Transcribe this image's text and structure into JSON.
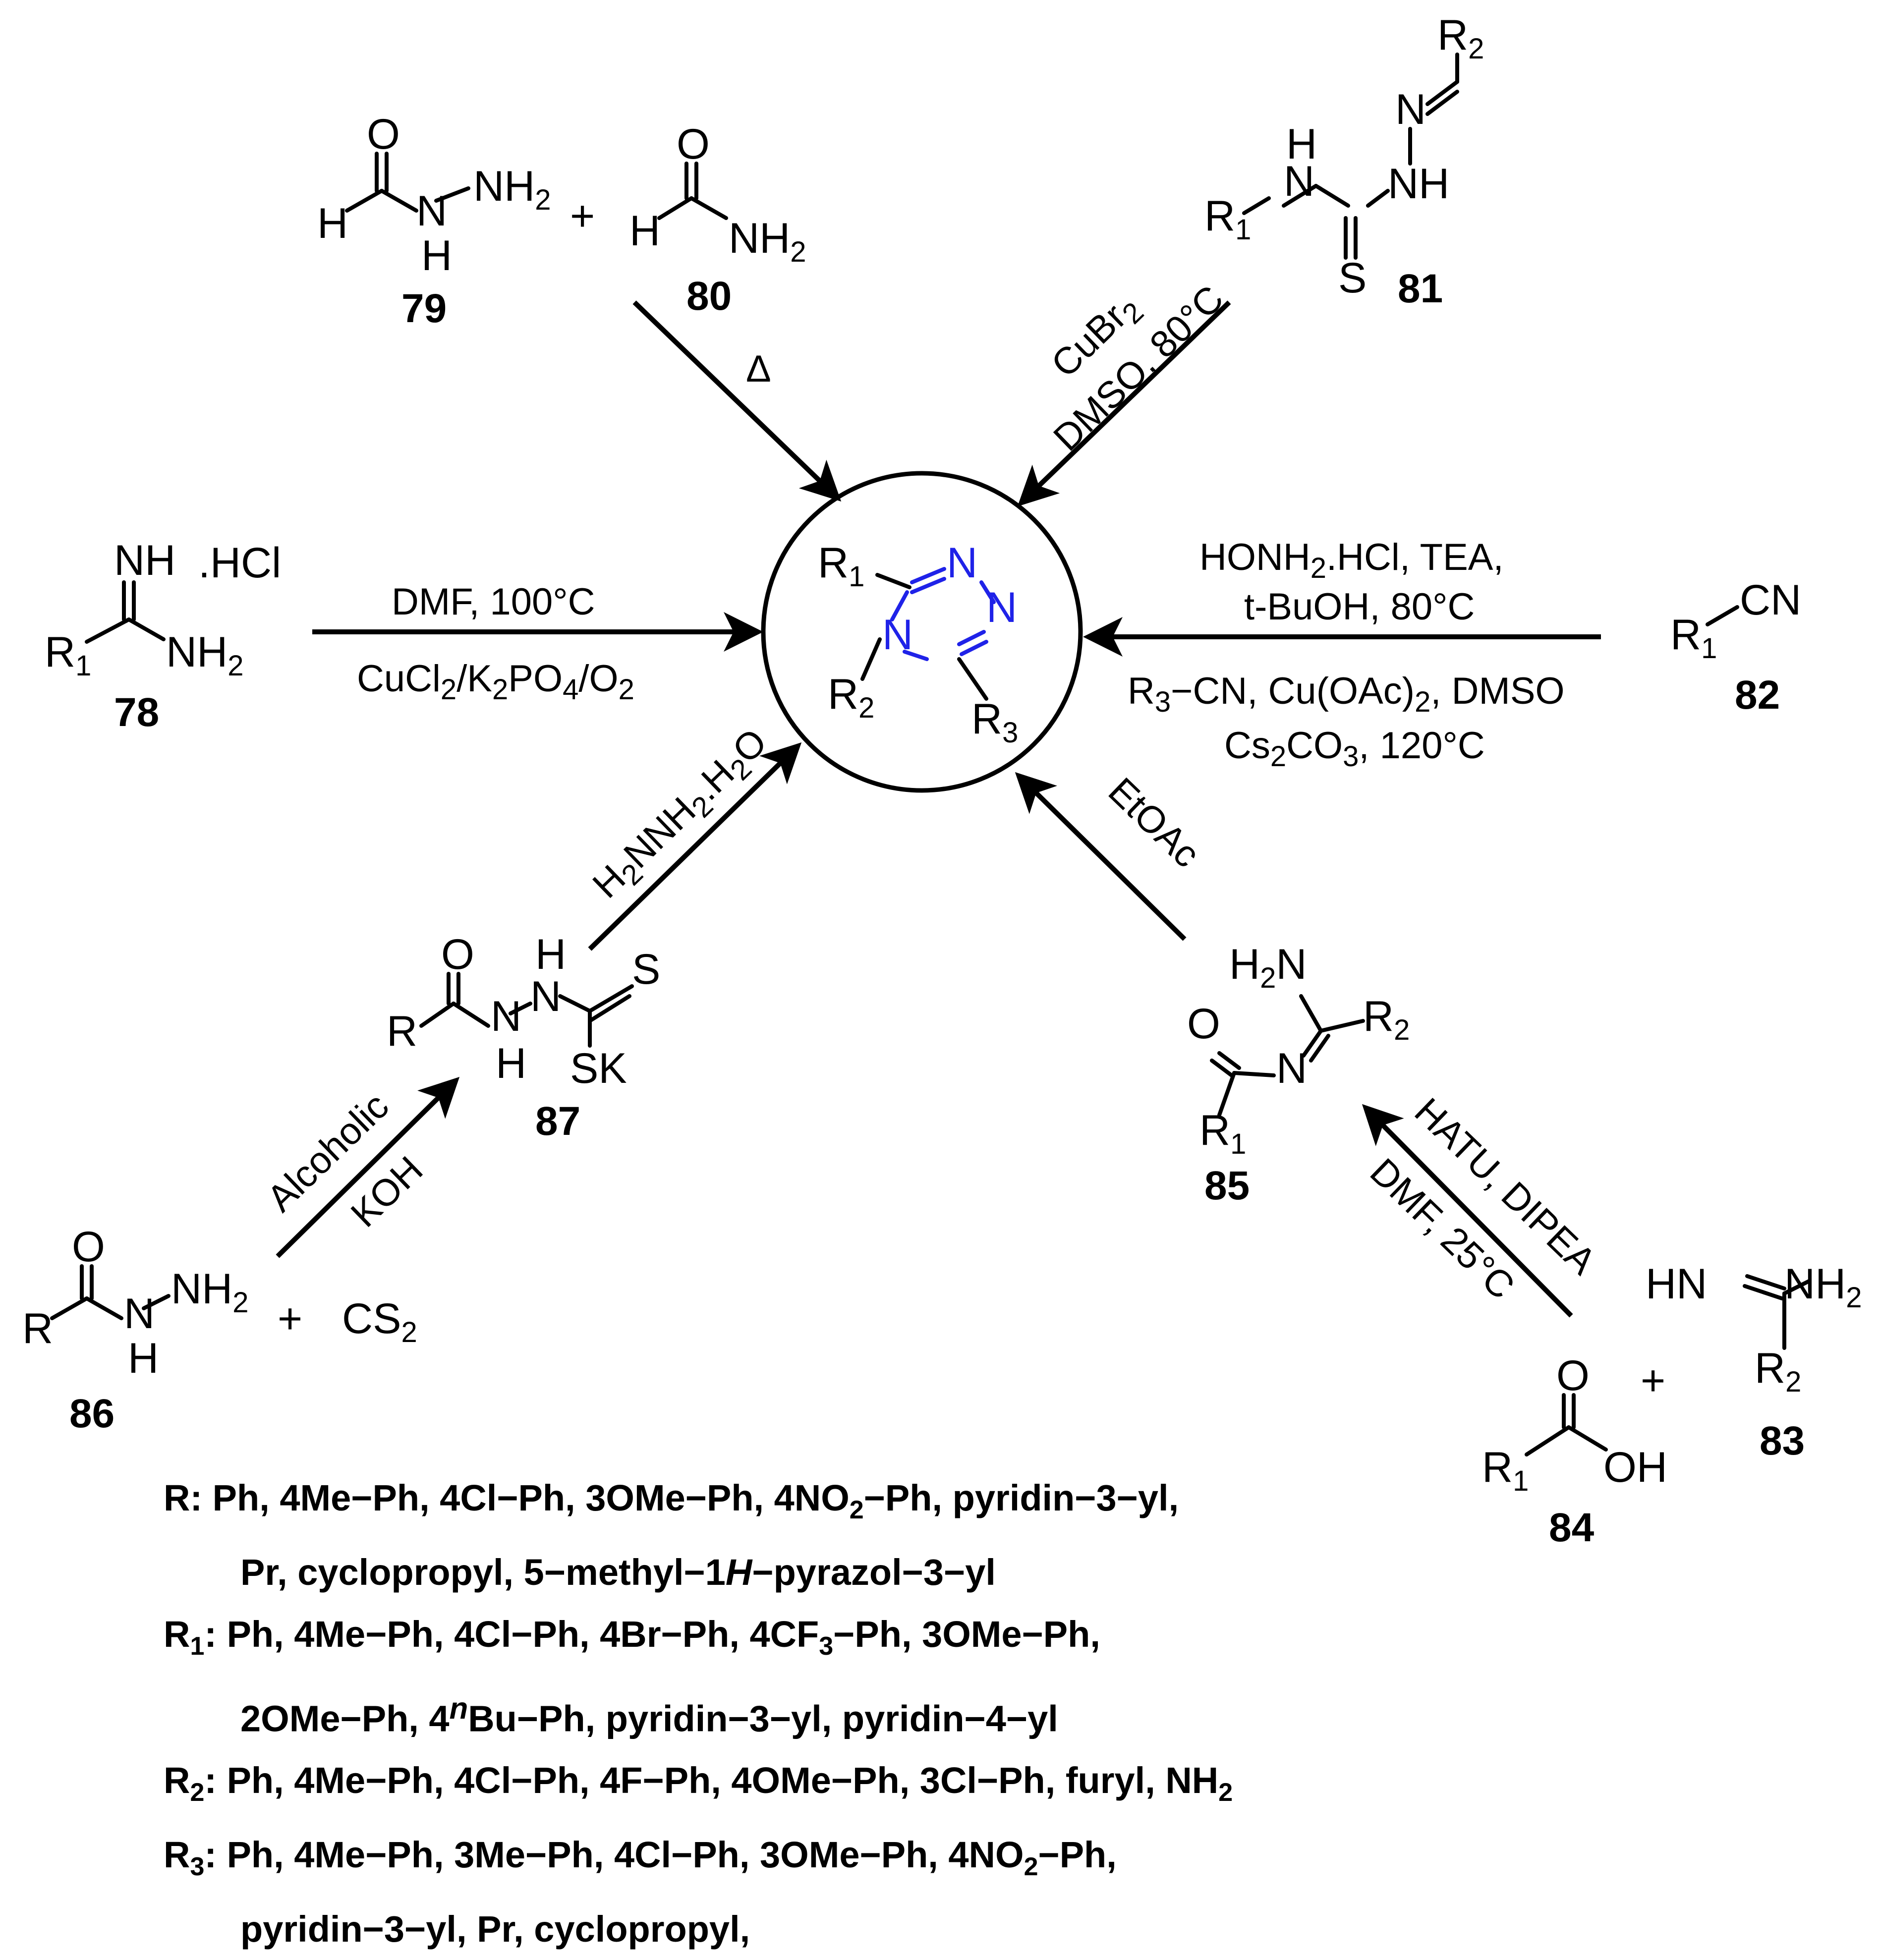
{
  "product": {
    "R1": "R",
    "R1_sub": "1",
    "R2": "R",
    "R2_sub": "2",
    "R3": "R",
    "R3_sub": "3",
    "N": "N"
  },
  "compounds": {
    "c78": {
      "number": "78",
      "imine": "NH",
      "salt": ".HCl",
      "R": "R",
      "R_sub": "1",
      "amine": "NH",
      "amine_sub": "2"
    },
    "c79": {
      "number": "79",
      "O": "O",
      "H": "H",
      "N": "N",
      "NH": "NH",
      "NH_sub": "2",
      "Hbelow": "H"
    },
    "c80": {
      "number": "80",
      "O": "O",
      "H": "H",
      "NH": "NH",
      "NH_sub": "2"
    },
    "plus_79_80": "+",
    "c81": {
      "number": "81",
      "R2": "R",
      "R2_sub": "2",
      "N": "N",
      "H": "H",
      "N2": "N",
      "NH": "NH",
      "R1": "R",
      "R1_sub": "1",
      "S": "S"
    },
    "c82": {
      "number": "82",
      "R": "R",
      "R_sub": "1",
      "CN": "CN"
    },
    "c83": {
      "number": "83",
      "HN": "HN",
      "NH": "NH",
      "NH_sub": "2",
      "R": "R",
      "R_sub": "2"
    },
    "c84": {
      "number": "84",
      "O": "O",
      "R": "R",
      "R_sub": "1",
      "OH": "OH"
    },
    "plus_84_83": "+",
    "c85": {
      "number": "85",
      "H2N": "H",
      "H2N_sub": "2",
      "H2N_rest": "N",
      "R2": "R",
      "R2_sub": "2",
      "O": "O",
      "N": "N",
      "R1": "R",
      "R1_sub": "1"
    },
    "c86": {
      "number": "86",
      "O": "O",
      "R": "R",
      "N": "N",
      "NH": "NH",
      "NH_sub": "2",
      "H": "H"
    },
    "plus_86": "+",
    "cs2": {
      "text": "CS",
      "sub": "2"
    },
    "c87": {
      "number": "87",
      "O": "O",
      "R": "R",
      "N": "N",
      "H": "H",
      "N2": "N",
      "H2": "H",
      "S": "S",
      "SK": "SK"
    }
  },
  "conditions": {
    "from78": {
      "line1": "DMF,  100°C",
      "line2a": "CuCl",
      "line2b": "2",
      "line2c": "/K",
      "line2d": "2",
      "line2e": "PO",
      "line2f": "4",
      "line2g": "/O",
      "line2h": "2"
    },
    "from79_80": {
      "text": "Δ"
    },
    "from81": {
      "line1a": "CuBr",
      "line1b": "2",
      "line2": "DMSO, 80°C"
    },
    "from82": {
      "line1a": "HONH",
      "line1b": "2",
      "line1c": ".HCl, TEA,",
      "line2": "t-BuOH, 80°C",
      "line3a": "R",
      "line3b": "3",
      "line3c": "−CN, Cu(OAc)",
      "line3d": "2",
      "line3e": ", DMSO",
      "line4a": "Cs",
      "line4b": "2",
      "line4c": "CO",
      "line4d": "3",
      "line4e": ", 120°C"
    },
    "from85": {
      "text": "EtOAc"
    },
    "from87": {
      "a": "H",
      "b": "2",
      "c": "NNH",
      "d": "2",
      "e": ".H",
      "f": "2",
      "g": "O"
    },
    "from83_84": {
      "line1": "HATU, DIPEA",
      "line2": "DMF, 25°C"
    },
    "from86": {
      "line1": "Alcoholic",
      "line2": "KOH"
    }
  },
  "legend": {
    "R_label": "R:",
    "R_line1": "Ph, 4Me−Ph, 4Cl−Ph, 3OMe−Ph, 4NO",
    "R_line1_sub": "2",
    "R_line1_end": "−Ph, pyridin−3−yl,",
    "R_line2a": "Pr, cyclopropyl, 5−methyl−1",
    "R_line2_italic": "H",
    "R_line2b": "−pyrazol−3−yl",
    "R1_label": "R",
    "R1_label_sub": "1",
    "R1_line1a": ": Ph, 4Me−Ph, 4Cl−Ph, 4Br−Ph, 4CF",
    "R1_line1_sub": "3",
    "R1_line1b": "−Ph, 3OMe−Ph,",
    "R1_line2a": "2OMe−Ph, 4",
    "R1_line2_sup": "n",
    "R1_line2b": "Bu−Ph, pyridin−3−yl, pyridin−4−yl",
    "R2_label": "R",
    "R2_label_sub": "2",
    "R2_line1a": ": Ph, 4Me−Ph, 4Cl−Ph, 4F−Ph, 4OMe−Ph, 3Cl−Ph, furyl, NH",
    "R2_line1_sub": "2",
    "R3_label": "R",
    "R3_label_sub": "3",
    "R3_line1a": ": Ph, 4Me−Ph, 3Me−Ph, 4Cl−Ph, 3OMe−Ph, 4NO",
    "R3_line1_sub": "2",
    "R3_line1b": "−Ph,",
    "R3_line2": "pyridin−3−yl, Pr, cyclopropyl,"
  }
}
